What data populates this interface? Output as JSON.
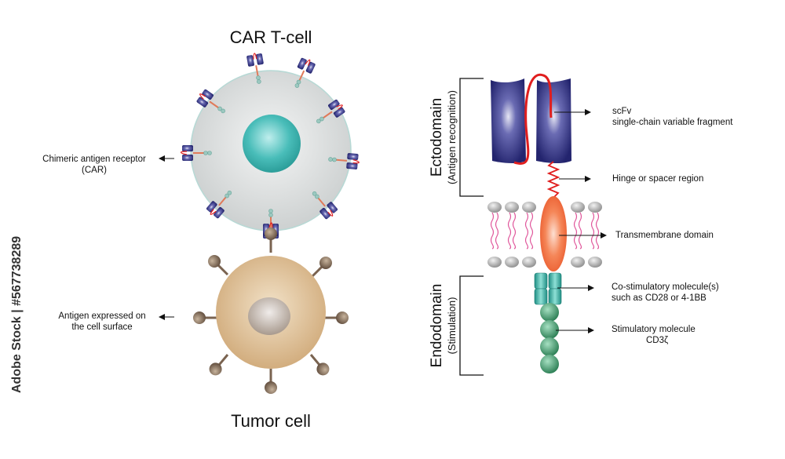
{
  "titles": {
    "car_t_cell": "CAR T-cell",
    "tumor_cell": "Tumor cell"
  },
  "left_labels": {
    "car_line1": "Chimeric antigen receptor",
    "car_line2": "(CAR)",
    "antigen_line1": "Antigen expressed on",
    "antigen_line2": "the cell surface"
  },
  "domains": {
    "ecto_title": "Ectodomain",
    "ecto_sub": "(Antigen recognition)",
    "endo_title": "Endodomain",
    "endo_sub": "(Stimulation)"
  },
  "right_labels": {
    "scfv_line1": "scFv",
    "scfv_line2": "single-chain variable fragment",
    "hinge": "Hinge or spacer region",
    "transmembrane": "Transmembrane domain",
    "costim_line1": "Co-stimulatory molecule(s)",
    "costim_line2": "such as CD28 or 4-1BB",
    "stim_line1": "Stimulatory molecule",
    "stim_line2": "CD3ζ"
  },
  "watermark": "Adobe Stock | #567738289",
  "colors": {
    "tcell_body": "#d9dcdc",
    "nucleus_teal": "#3fb5b2",
    "tumor_body": "#d6b890",
    "tumor_nucleus": "#b8aaa0",
    "antigen": "#7a6350",
    "scfv_navy": "#2b2c7a",
    "linker_red": "#e01e1e",
    "transmembrane_orange": "#f26b3a",
    "costim_teal": "#2aa89a",
    "stim_green": "#2e8f5e",
    "membrane_head": "#9e9e9e",
    "membrane_tail": "#e0559a"
  }
}
